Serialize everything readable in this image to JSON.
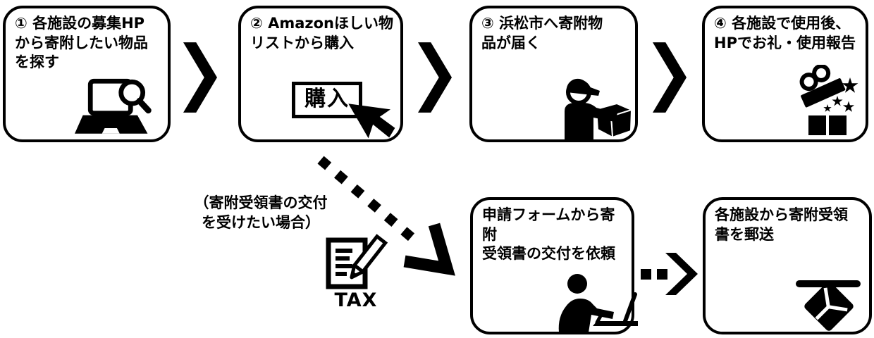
{
  "colors": {
    "ink": "#000000",
    "paper": "#ffffff"
  },
  "main_flow": {
    "arrow_icon": "chevron-right-arrow",
    "steps": [
      {
        "text": "① 各施設の募集HP\nから寄附したい物品\nを探す",
        "icon": "laptop-search-icon"
      },
      {
        "text": "② Amazonほしい物\nリストから購入",
        "icon": "buy-button-cursor-icon",
        "button_label": "購入"
      },
      {
        "text": "③ 浜松市へ寄附物\n品が届く",
        "icon": "delivery-person-icon"
      },
      {
        "text": "④ 各施設で使用後、\nHPでお礼・使用報告",
        "icon": "gift-box-stars-icon"
      }
    ]
  },
  "receipt_flow": {
    "condition_note": "（寄附受領書の交付\nを受けたい場合）",
    "tax_label": "TAX",
    "tax_icon": "tax-document-pencil-icon",
    "branch_arrow_icon": "dashed-diagonal-arrow",
    "arrow_icon": "dashed-right-arrow",
    "steps": [
      {
        "text": "申請フォームから寄附\n受領書の交付を依頼",
        "icon": "person-typing-laptop-icon"
      },
      {
        "text": "各施設から寄附受領\n書を郵送",
        "icon": "mail-envelope-icon"
      }
    ]
  }
}
